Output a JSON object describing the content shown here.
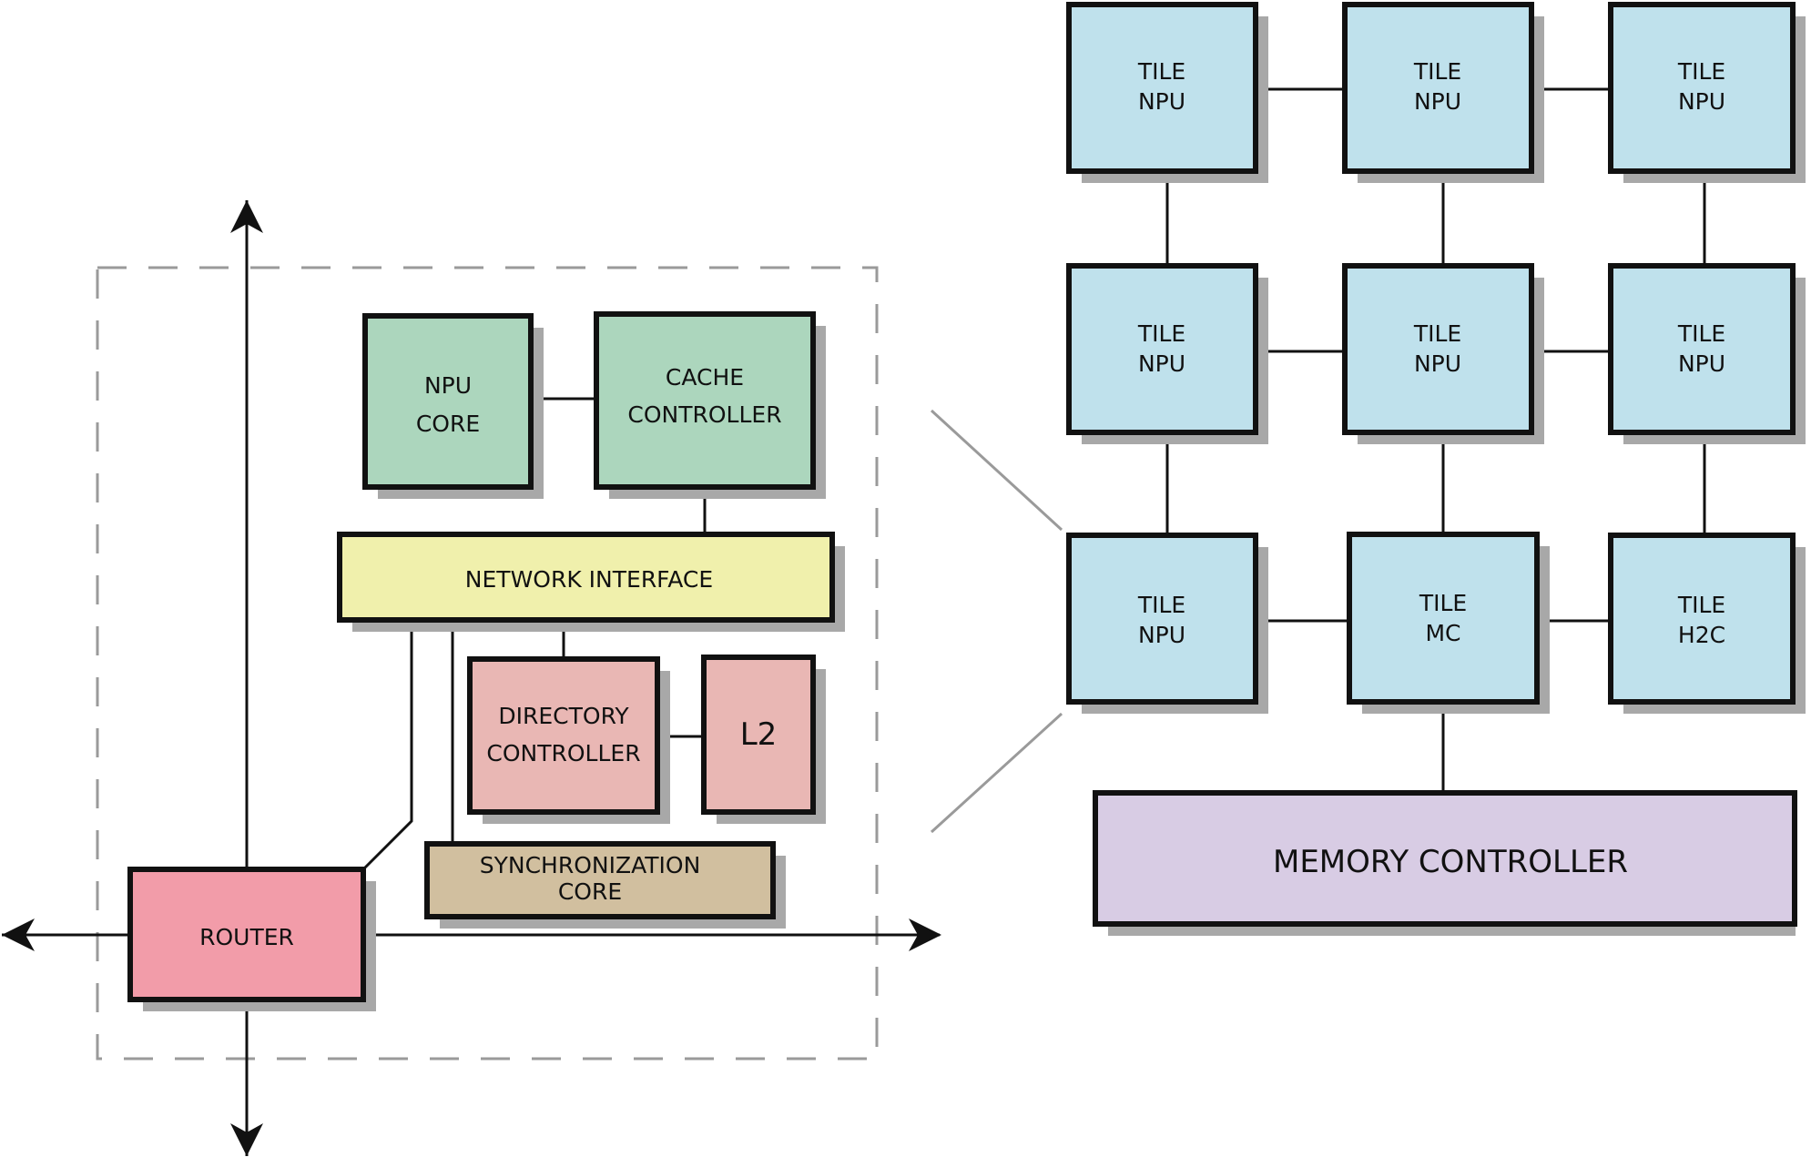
{
  "colors": {
    "tile": "#bfe1ec",
    "npu_core": "#acd6bd",
    "cache_controller": "#acd6bd",
    "network_interface": "#f0f0ac",
    "directory_controller": "#e9b7b4",
    "l2": "#e9b7b4",
    "synchronization_core": "#d1bf9f",
    "router": "#f29ca9",
    "memory_controller": "#d8cce4",
    "shadow": "#a8a8a8",
    "border": "#111111",
    "dashed": "#9a9a9a"
  },
  "tile_detail": {
    "npu_core": [
      "NPU",
      "CORE"
    ],
    "cache_controller": [
      "CACHE",
      "CONTROLLER"
    ],
    "network_interface": "NETWORK INTERFACE",
    "directory_controller": [
      "DIRECTORY",
      "CONTROLLER"
    ],
    "l2": "L2",
    "synchronization_core": [
      "SYNCHRONIZATION",
      "CORE"
    ],
    "router": "ROUTER"
  },
  "mesh": {
    "tiles": [
      [
        "TILE",
        "NPU"
      ],
      [
        "TILE",
        "NPU"
      ],
      [
        "TILE",
        "NPU"
      ],
      [
        "TILE",
        "NPU"
      ],
      [
        "TILE",
        "NPU"
      ],
      [
        "TILE",
        "NPU"
      ],
      [
        "TILE",
        "NPU"
      ],
      [
        "TILE",
        "MC"
      ],
      [
        "TILE",
        "H2C"
      ]
    ],
    "memory_controller": "MEMORY CONTROLLER"
  }
}
